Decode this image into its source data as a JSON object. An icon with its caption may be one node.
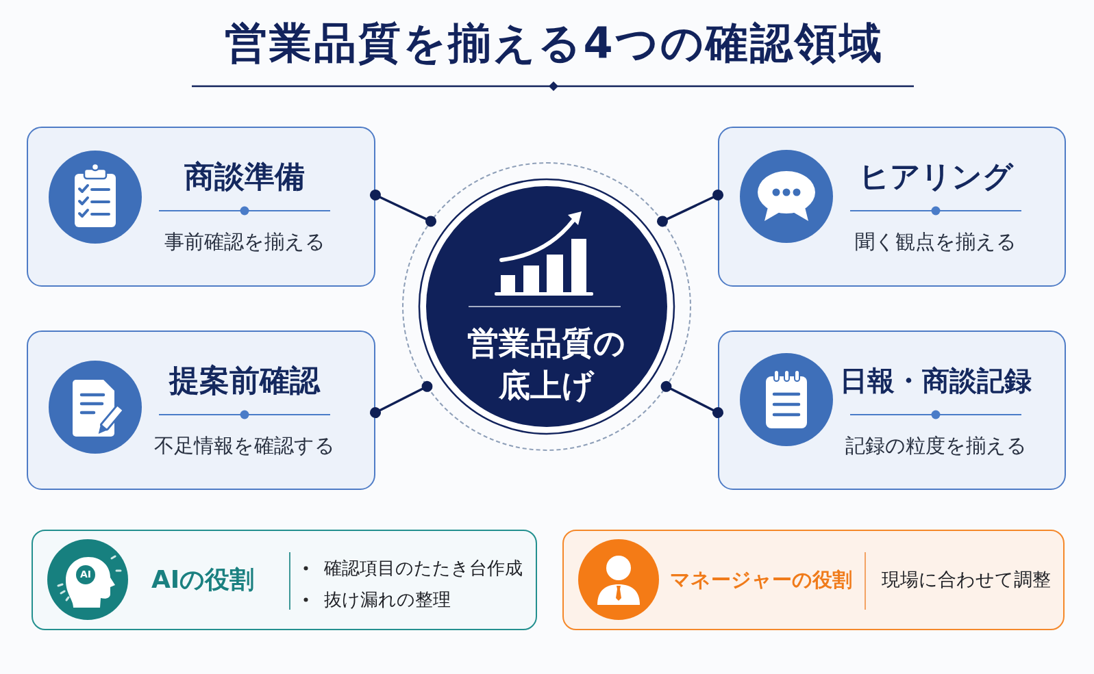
{
  "diagram": {
    "title": "営業品質を揃える4つの確認領域",
    "nodes": [
      {
        "text": [
          "商談準備",
          "事前確認を揃える"
        ]
      },
      {
        "text": [
          "ヒアリング",
          "聞く観点を揃える"
        ]
      },
      {
        "text": [
          "営業品質の底上げ"
        ]
      },
      {
        "text": [
          "提案前確認",
          "不足情報を確認する"
        ]
      },
      {
        "text": [
          "日報・商談記録",
          "記録の粒度を揃える"
        ]
      },
      {
        "text": [
          "AI",
          "AIの役割",
          "確認項目のたたき台作成",
          "抜け漏れの整理"
        ]
      },
      {
        "text": [
          "マネージャーの役割",
          "現場に合わせて調整"
        ]
      }
    ],
    "edges": [
      {
        "from": 0,
        "to": 2,
        "arrow": "other"
      },
      {
        "from": 1,
        "to": 2,
        "arrow": "other"
      },
      {
        "from": 3,
        "to": 2,
        "arrow": "other"
      },
      {
        "from": 4,
        "to": 2,
        "arrow": "other"
      }
    ]
  }
}
